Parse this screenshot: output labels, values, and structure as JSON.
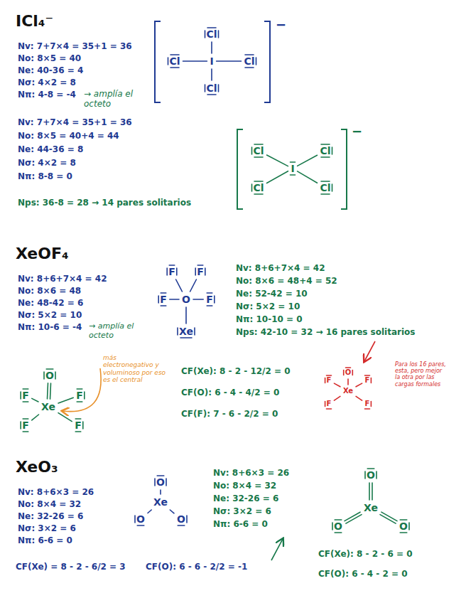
{
  "diagram": {
    "labels": [
      "ICl₄⁻",
      "Nv: 7+7×4 = 35+1 = 36",
      "No: 8×5 = 40",
      "Ne: 40-36 = 4",
      "Nσ: 4×2 = 8",
      "Nπ: 4-8 = -4",
      "→ amplía el octeto",
      "I",
      "Cl",
      "Cl",
      "Cl",
      "Cl",
      "−",
      "Nv: 7+7×4 = 35+1 = 36",
      "No: 8×5 = 40+4 = 44",
      "Ne: 44-36 = 8",
      "Nσ: 4×2 = 8",
      "Nπ: 8-8 = 0",
      "Nps: 36-8 = 28 → 14 pares solitarios",
      "I",
      "Cl",
      "Cl",
      "Cl",
      "Cl",
      "−",
      "XeOF₄",
      "Nv: 8+6+7×4 = 42",
      "No: 8×6 = 48",
      "Ne: 48-42 = 6",
      "Nσ: 5×2 = 10",
      "Nπ: 10-6 = -4",
      "→ amplía el octeto",
      "F",
      "F",
      "O",
      "F",
      "F",
      "Xe",
      "Nv: 8+6+7×4 = 42",
      "No: 8×6 = 48+4 = 52",
      "Ne: 52-42 = 10",
      "Nσ: 5×2 = 10",
      "Nπ: 10-10 = 0",
      "Nps: 42-10 = 32 → 16 pares solitarios",
      "Xe",
      "O",
      "F",
      "F",
      "F",
      "F",
      "más electronegativo y voluminoso por eso es el central",
      "CF(Xe): 8 - 2 - 12/2 = 0",
      "CF(O): 6 - 4 - 4/2 = 0",
      "CF(F): 7 - 6 - 2/2 = 0",
      "Xe",
      "O",
      "F",
      "F",
      "F",
      "F",
      "Para los 16 pares, esta, pero mejor la otra por las cargas formales",
      "XeO₃",
      "Nv: 8+6×3 = 26",
      "No: 8×4 = 32",
      "Ne: 32-26 = 6",
      "Nσ: 3×2 = 6",
      "Nπ: 6-6 = 0",
      "Xe",
      "O",
      "O",
      "O",
      "CF(Xe) = 8 - 2 - 6/2 = 3",
      "CF(O): 6 - 6 - 2/2 = -1",
      "Nv: 8+6×3 = 26",
      "No: 8×4 = 32",
      "Ne: 32-26 = 6",
      "Nσ: 3×2 = 6",
      "Nπ: 6-6 = 0",
      "Xe",
      "O",
      "O",
      "O",
      "CF(Xe): 8 - 2 - 6 = 0",
      "CF(O): 6 - 4 - 2 = 0"
    ]
  }
}
